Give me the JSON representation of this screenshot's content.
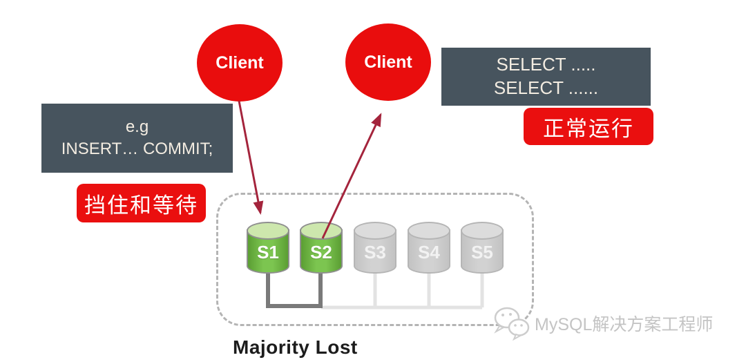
{
  "clients": [
    {
      "label": "Client"
    },
    {
      "label": "Client"
    }
  ],
  "insert_box": {
    "line1": "e.g",
    "line2": "INSERT… COMMIT;"
  },
  "select_box": {
    "line1": "SELECT .....",
    "line2": "SELECT ......"
  },
  "badges": {
    "blocked": "挡住和等待",
    "normal": "正常运行"
  },
  "cluster": {
    "caption": "Majority Lost",
    "servers": [
      {
        "label": "S1",
        "state": "online"
      },
      {
        "label": "S2",
        "state": "online"
      },
      {
        "label": "S3",
        "state": "offline"
      },
      {
        "label": "S4",
        "state": "offline"
      },
      {
        "label": "S5",
        "state": "offline"
      }
    ]
  },
  "watermark": {
    "icon": "wechat-icon",
    "text": "MySQL解决方案工程师"
  },
  "colors": {
    "client_red": "#e90d0d",
    "badge_red": "#ea0f0f",
    "arrow_red": "#a4243c",
    "panel_dark": "#47545e",
    "panel_text": "#f3ece1",
    "server_online_green": "#6fba45",
    "server_offline_gray": "#cccccc",
    "connector_dark": "#7a7a7a",
    "connector_light": "#e3e3e3",
    "dash_border": "#b4b4b4"
  }
}
